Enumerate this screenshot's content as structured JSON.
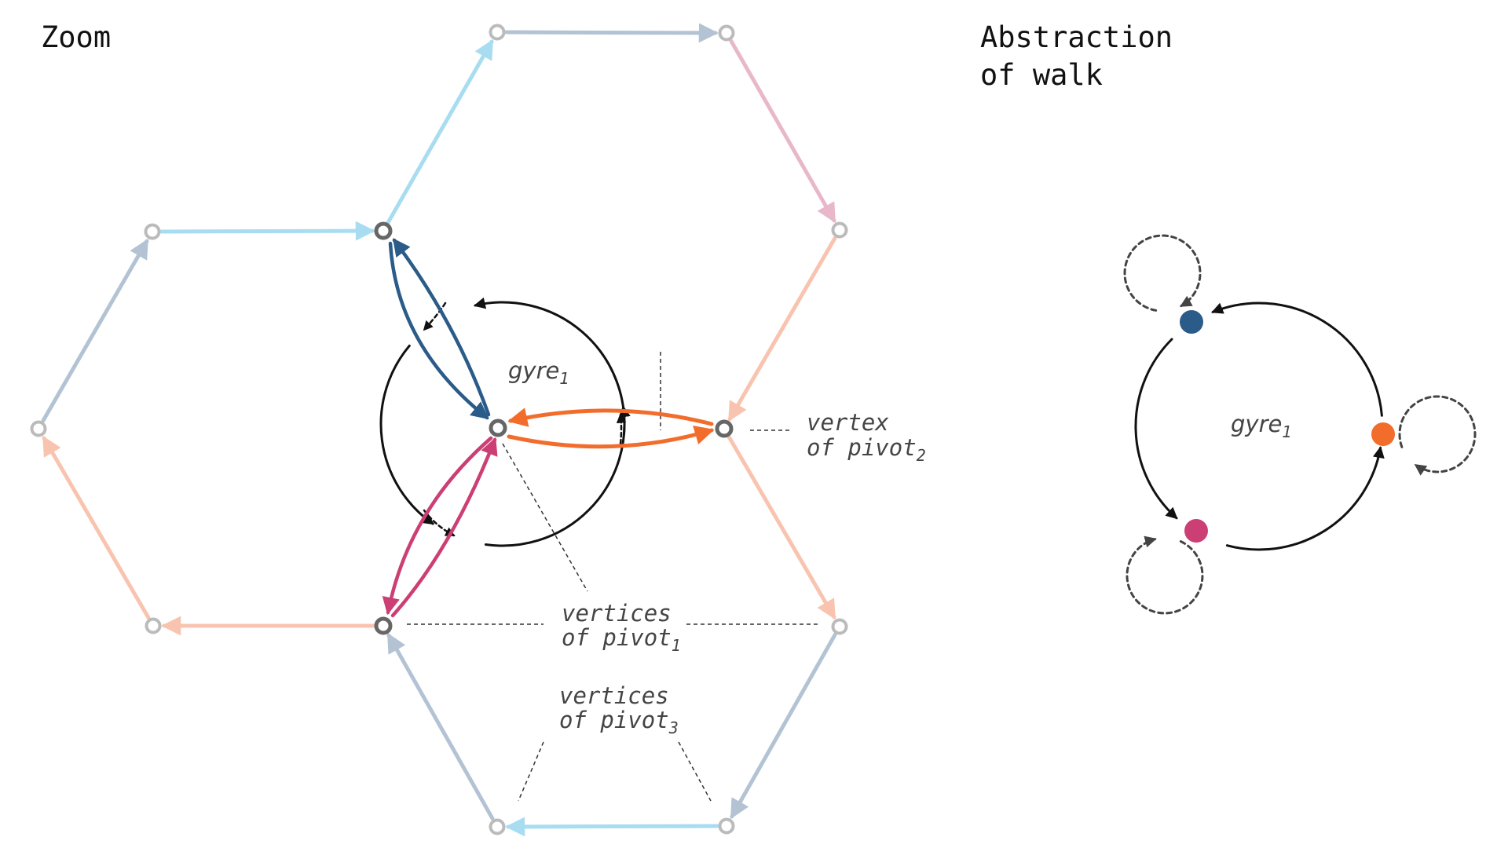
{
  "headings": {
    "left": "Zoom",
    "right_line1": "Abstraction",
    "right_line2": "of walk"
  },
  "labels": {
    "gyre_base": "gyre",
    "gyre_sub": "1",
    "vertex_pivot2_line1": "vertex",
    "vertex_pivot2_line2_base": "of pivot",
    "vertex_pivot2_line2_sub": "2",
    "vertices_pivot1_line1": "vertices",
    "vertices_pivot1_line2_base": "of pivot",
    "vertices_pivot1_line2_sub": "1",
    "vertices_pivot3_line1": "vertices",
    "vertices_pivot3_line2_base": "of pivot",
    "vertices_pivot3_line2_sub": "3",
    "abstraction_gyre_base": "gyre",
    "abstraction_gyre_sub": "1"
  },
  "colors": {
    "pivot_blue": "#2b5b88",
    "pivot_orange": "#f26c2c",
    "pivot_pink": "#cc3f74",
    "light_cyan": "#a8dcf0",
    "light_slate": "#b3c3d4",
    "light_peach": "#f8c4b0",
    "light_rose": "#e8b8ca",
    "vertex_gray": "#bbbbbb",
    "vertex_dark": "#666666",
    "cycle_black": "#111111",
    "dashed_loop": "#444444"
  }
}
